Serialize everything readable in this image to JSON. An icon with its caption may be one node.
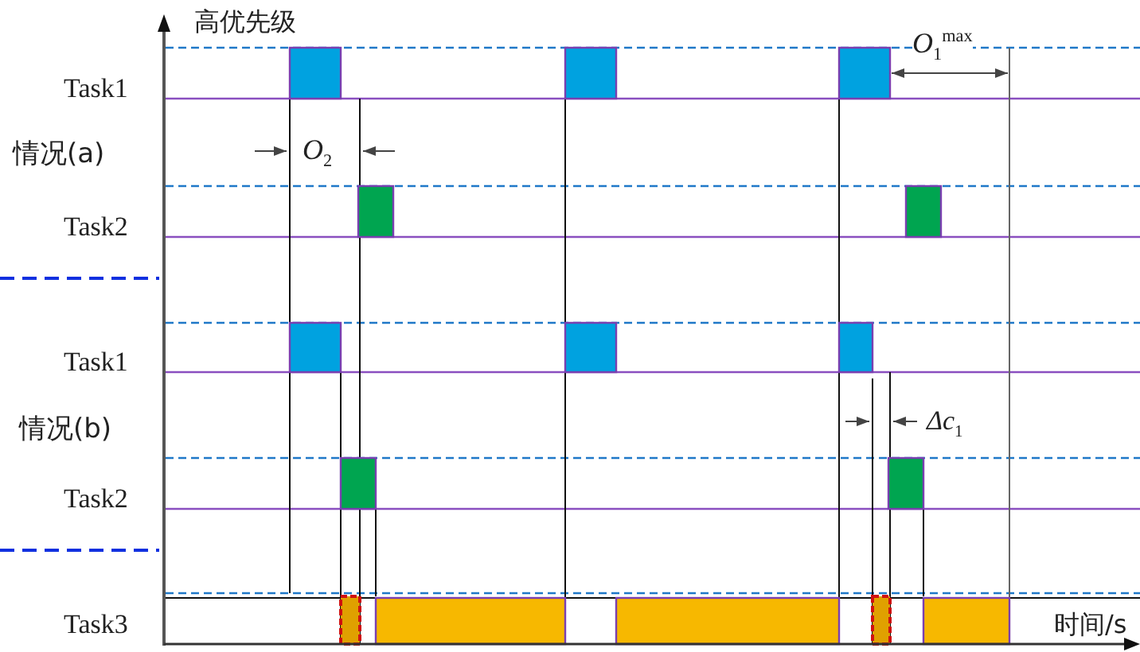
{
  "diagram": {
    "labels": [
      "高优先级",
      "Task1",
      "*O*$_{1}$$^{max}$",
      "情况(a)",
      "*O*$_{2}$",
      "Task2",
      "Task1",
      "情况(b)",
      "*Δc*$_{1}$",
      "Task2",
      "Task3",
      "时间/s"
    ]
  }
}
